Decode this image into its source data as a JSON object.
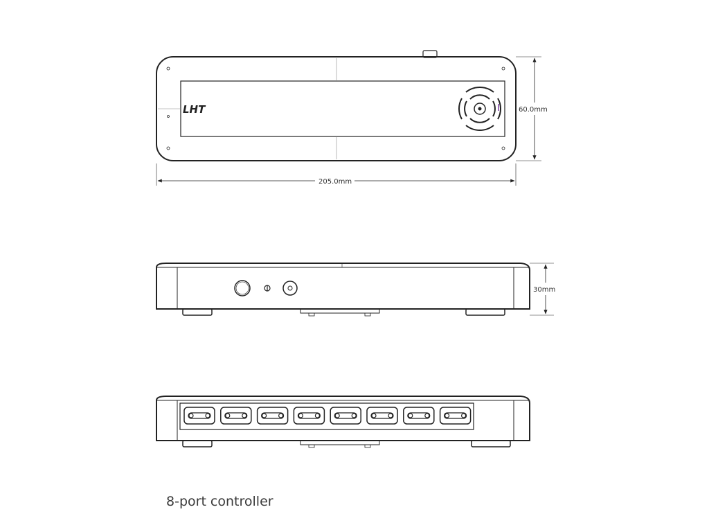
{
  "drawing": {
    "caption": "8-port controller",
    "logo_text": "LHT",
    "top_view": {
      "width_label": "205.0mm",
      "height_label": "60.0mm"
    },
    "front_view": {
      "height_label": "30mm"
    },
    "back_view": {
      "port_count": 8
    }
  }
}
